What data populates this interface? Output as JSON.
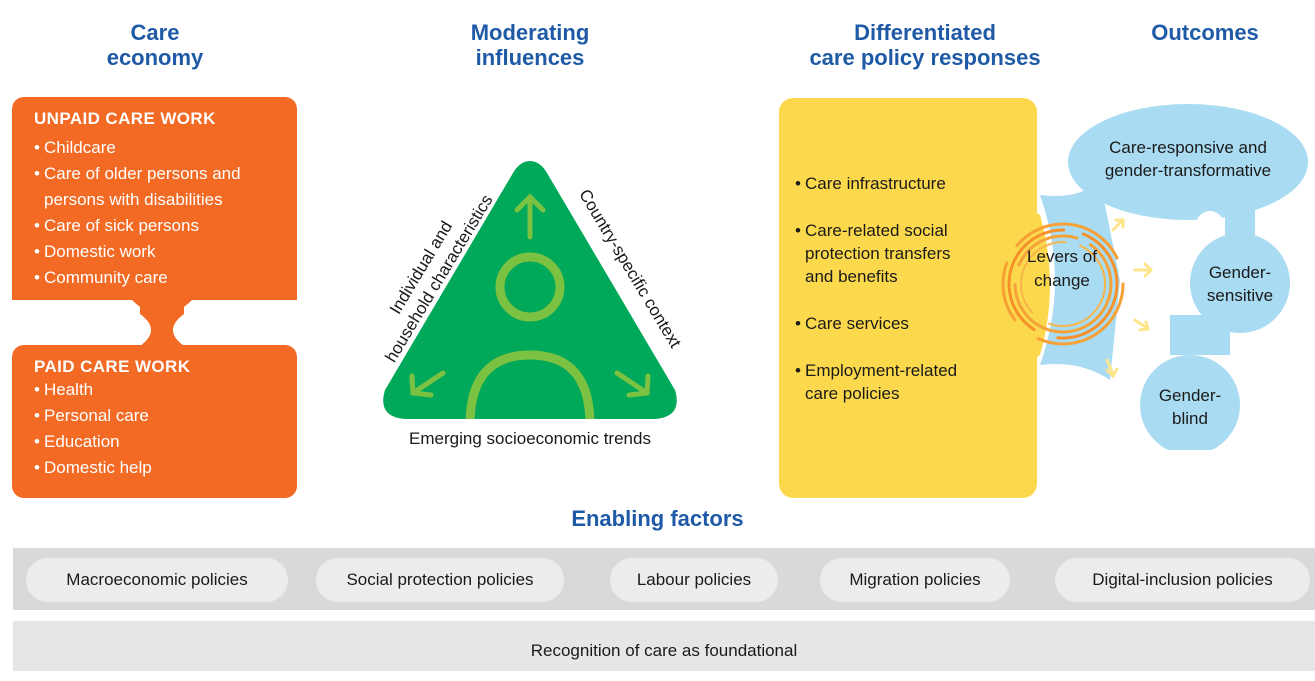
{
  "headers": {
    "care_economy": [
      "Care",
      "economy"
    ],
    "moderating": [
      "Moderating",
      "influences"
    ],
    "differentiated": [
      "Differentiated",
      "care policy responses"
    ],
    "outcomes": "Outcomes"
  },
  "unpaid": {
    "title": "UNPAID CARE WORK",
    "items": [
      "Childcare",
      "Care of older persons and",
      "persons with disabilities",
      "Care of sick persons",
      "Domestic work",
      "Community care"
    ]
  },
  "paid": {
    "title": "PAID CARE WORK",
    "items": [
      "Health",
      "Personal care",
      "Education",
      "Domestic help"
    ]
  },
  "triangle": {
    "left_label": [
      "Individual and",
      "household characteristics"
    ],
    "right_label": "Country-specific context",
    "bottom_label": "Emerging socioeconomic trends"
  },
  "responses": {
    "items": [
      [
        "Care infrastructure"
      ],
      [
        "Care-related social",
        "protection transfers",
        "and benefits"
      ],
      [
        "Care services"
      ],
      [
        "Employment-related",
        "care policies"
      ]
    ]
  },
  "levers": [
    "Levers of",
    "change"
  ],
  "outcomes": {
    "transformative": [
      "Care-responsive and",
      "gender-transformative"
    ],
    "sensitive": [
      "Gender-",
      "sensitive"
    ],
    "blind": [
      "Gender-",
      "blind"
    ]
  },
  "enabling": {
    "title": "Enabling factors",
    "policies": [
      "Macroeconomic policies",
      "Social protection policies",
      "Labour policies",
      "Migration policies",
      "Digital-inclusion policies"
    ],
    "foundation": "Recognition of care as foundational"
  },
  "colors": {
    "header_blue": "#1f5aa6",
    "orange": "#f26a24",
    "green": "#00a859",
    "light_green": "#7cc242",
    "yellow": "#fcd94c",
    "light_blue": "#a9dcf2",
    "grey_band": "#d9d9d9"
  }
}
